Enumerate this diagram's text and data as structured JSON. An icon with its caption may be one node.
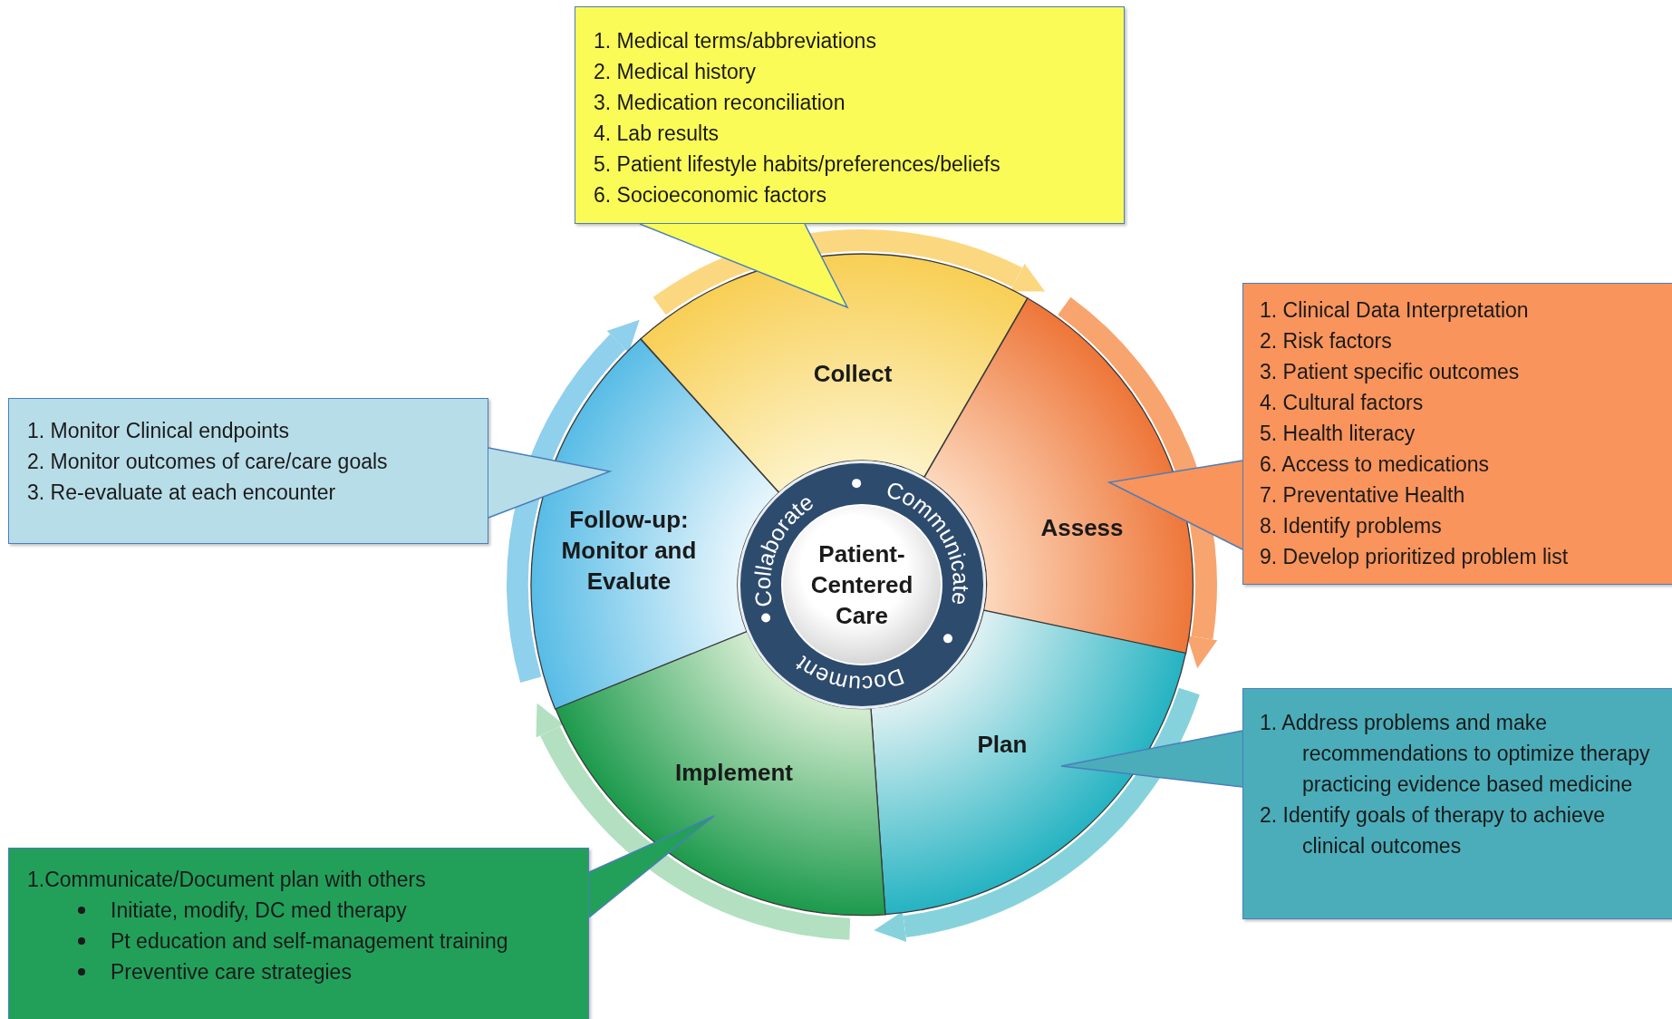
{
  "diagram": {
    "nodes": [
      {
        "text": [
          "Patient- Centered Care",
          "Collaborate",
          "Communicate",
          "Document"
        ]
      },
      {
        "text": [
          "Collect"
        ]
      },
      {
        "text": [
          "Assess"
        ]
      },
      {
        "text": [
          "Plan"
        ]
      },
      {
        "text": [
          "Implement"
        ]
      },
      {
        "text": [
          "Follow-up: Monitor and Evalute"
        ]
      },
      {
        "text": [
          "1. Medical terms/abbreviations",
          "2. Medical history",
          "3. Medication reconciliation",
          "4. Lab results",
          "5. Patient lifestyle habits/preferences/beliefs",
          "6. Socioeconomic factors"
        ]
      },
      {
        "text": [
          "1. Clinical Data Interpretation",
          "2. Risk factors",
          "3. Patient specific outcomes",
          "4. Cultural factors",
          "5. Health literacy",
          "6. Access to medications",
          "7. Preventative Health",
          "8. Identify problems",
          "9. Develop prioritized problem list"
        ]
      },
      {
        "text": [
          "1. Address problems and make recommendations to optimize therapy practicing evidence based medicine",
          "2. Identify goals of therapy to achieve clinical outcomes"
        ]
      },
      {
        "text": [
          "1.Communicate/Document plan with others",
          "Initiate, modify, DC med therapy",
          "Pt education and self-management training",
          "Preventive care strategies"
        ]
      },
      {
        "text": [
          "1. Monitor Clinical endpoints",
          "2. Monitor outcomes of care/care goals",
          "3. Re-evaluate at each encounter"
        ]
      }
    ],
    "edges": [
      {
        "from": 1,
        "to": 2,
        "arrow": "to",
        "color": "#fbd780"
      },
      {
        "from": 2,
        "to": 3,
        "arrow": "to",
        "color": "#f8a46e"
      },
      {
        "from": 3,
        "to": 4,
        "arrow": "to",
        "color": "#86d2dc"
      },
      {
        "from": 4,
        "to": 5,
        "arrow": "to",
        "color": "#b2e0c0"
      },
      {
        "from": 5,
        "to": 1,
        "arrow": "to",
        "color": "#8fd0ec"
      }
    ]
  }
}
